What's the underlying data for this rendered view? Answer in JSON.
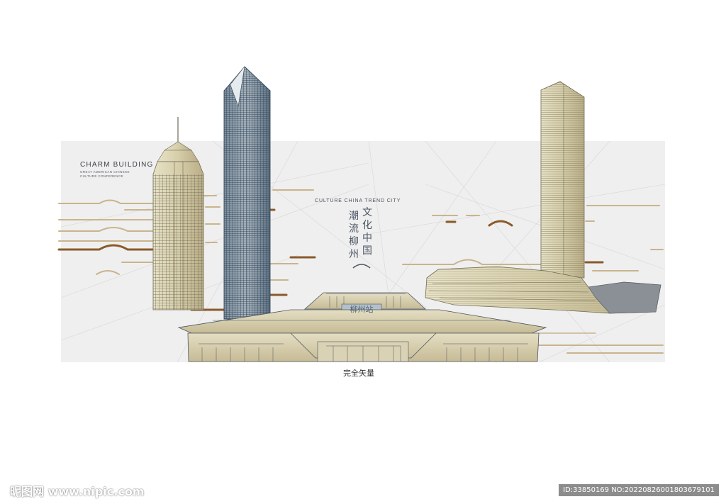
{
  "brand": {
    "title": "CHARM BUILDING",
    "subtitle_line1": "GREAT AMERICAN CHINESE",
    "subtitle_line2": "CULTURE CONFERENCE"
  },
  "tagline": "CULTURE CHINA TREND CITY",
  "vertical_text_a": [
    "文",
    "化",
    "中",
    "国"
  ],
  "vertical_text_b": [
    "潮",
    "流",
    "柳",
    "州"
  ],
  "station_sign": "柳州站",
  "caption": "完全矢量",
  "watermark": {
    "left": "昵图网 www.nipic.com",
    "right": "ID:33850169 NO:20220826001803679101"
  },
  "colors": {
    "background_panel": "#efefef",
    "accent_brown": "#8a5a2b",
    "line_tan": "#c9b48d",
    "building_gold": "#d9d2b4",
    "building_blue": "#5f7385"
  }
}
